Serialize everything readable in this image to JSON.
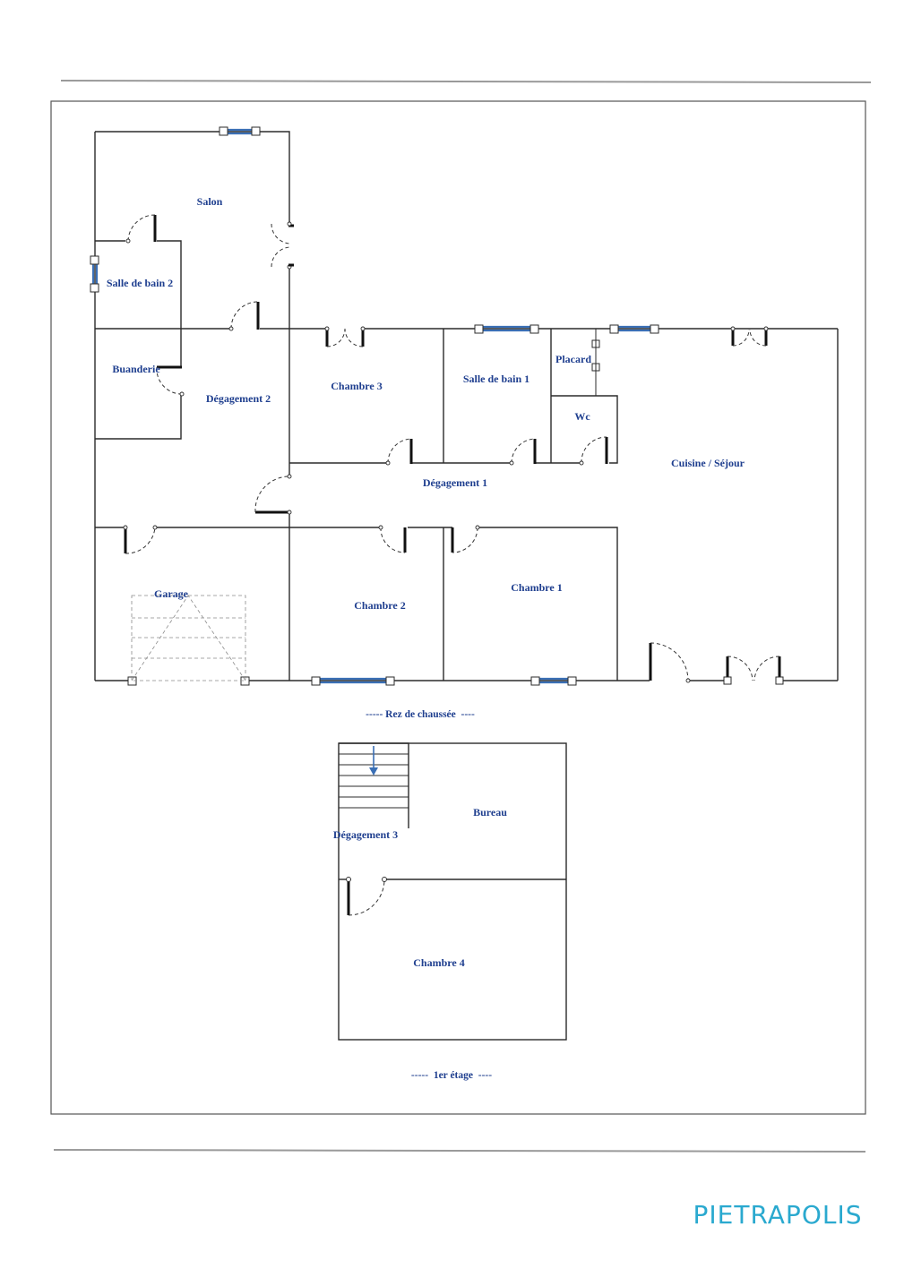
{
  "ground_floor": {
    "label": "----- Rez de chaussée  ----",
    "rooms": {
      "salon": "Salon",
      "salle_de_bain_2": "Salle de bain 2",
      "buanderie": "Buanderie",
      "degagement_2": "Dégagement 2",
      "chambre_3": "Chambre 3",
      "salle_de_bain_1": "Salle de bain 1",
      "placard": "Placard",
      "wc": "Wc",
      "cuisine_sejour": "Cuisine / Séjour",
      "degagement_1": "Dégagement 1",
      "garage": "Garage",
      "chambre_2": "Chambre 2",
      "chambre_1": "Chambre 1"
    }
  },
  "first_floor": {
    "label": "-----  1er étage  ----",
    "rooms": {
      "degagement_3": "Dégagement 3",
      "bureau": "Bureau",
      "chambre_4": "Chambre 4"
    }
  },
  "brand": {
    "name": "PIETRAPOLIS",
    "color": "#2aa9cf"
  },
  "colors": {
    "label": "#1f3f8f",
    "window": "#3a6fb5",
    "wall": "#2b2b2b"
  }
}
